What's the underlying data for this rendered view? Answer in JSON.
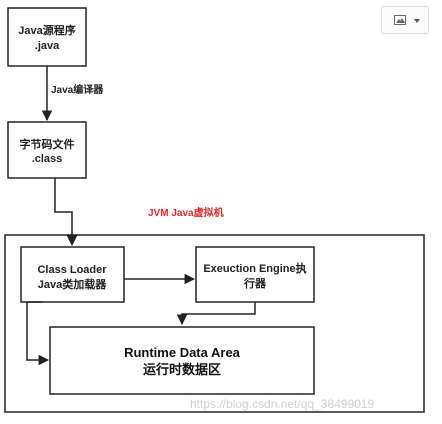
{
  "nodes": {
    "java_source": {
      "line1": "Java源程序",
      "line2": ".java"
    },
    "bytecode": {
      "line1": "字节码文件",
      "line2": ".class"
    },
    "class_loader": {
      "line1": "Class Loader",
      "line2": "Java类加载器"
    },
    "execution_engine": {
      "line1": "Exeuction Engine执",
      "line2": "行器"
    },
    "runtime_data_area": {
      "line1": "Runtime Data Area",
      "line2": "运行时数据区"
    }
  },
  "edges": {
    "compiler_label": "Java编译器"
  },
  "jvm_label": "JVM  Java虚拟机",
  "watermark": "https://blog.csdn.net/qq_38499019",
  "toolbar": {
    "icon": "image-icon",
    "caret": "chevron-down-icon"
  },
  "colors": {
    "jvm_label": "#e8262a",
    "stroke": "#222222"
  }
}
